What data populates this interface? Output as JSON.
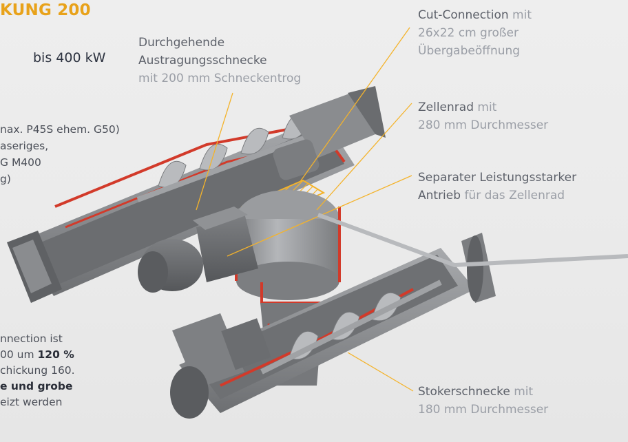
{
  "header": {
    "title": "KUNG 200",
    "power": "bis 400 kW"
  },
  "specs": [
    "nax. P45S ehem. G50)",
    "aseriges,",
    "G M400",
    "g)"
  ],
  "callouts": {
    "schnecke": {
      "title": "Durchgehende",
      "title2": "Austragungsschnecke",
      "desc": "mit 200 mm Schneckentrog"
    },
    "cut": {
      "title": "Cut-Connection",
      "suffix": " mit",
      "line2": "26x22 cm großer",
      "line3": "Übergabeöffnung"
    },
    "zellenrad": {
      "title": "Zellenrad",
      "suffix": " mit",
      "line2": "280 mm Durchmesser"
    },
    "antrieb": {
      "title": "Separater Leistungsstarker",
      "title2": "Antrieb",
      "suffix": " für das Zellenrad"
    },
    "stoker": {
      "title": "Stokerschnecke",
      "suffix": " mit",
      "line2": "180 mm Durchmesser"
    }
  },
  "body_text": {
    "line1": "nnection ist",
    "line2_pre": "00 um ",
    "line2_bold": "120 %",
    "line3": "chickung 160.",
    "line4_bold": "e und grobe",
    "line5": "eizt werden"
  },
  "colors": {
    "accent": "#f4b32b",
    "title": "#e8a21a",
    "cutaway": "#d23a2a",
    "metal": "#8c8e91"
  }
}
